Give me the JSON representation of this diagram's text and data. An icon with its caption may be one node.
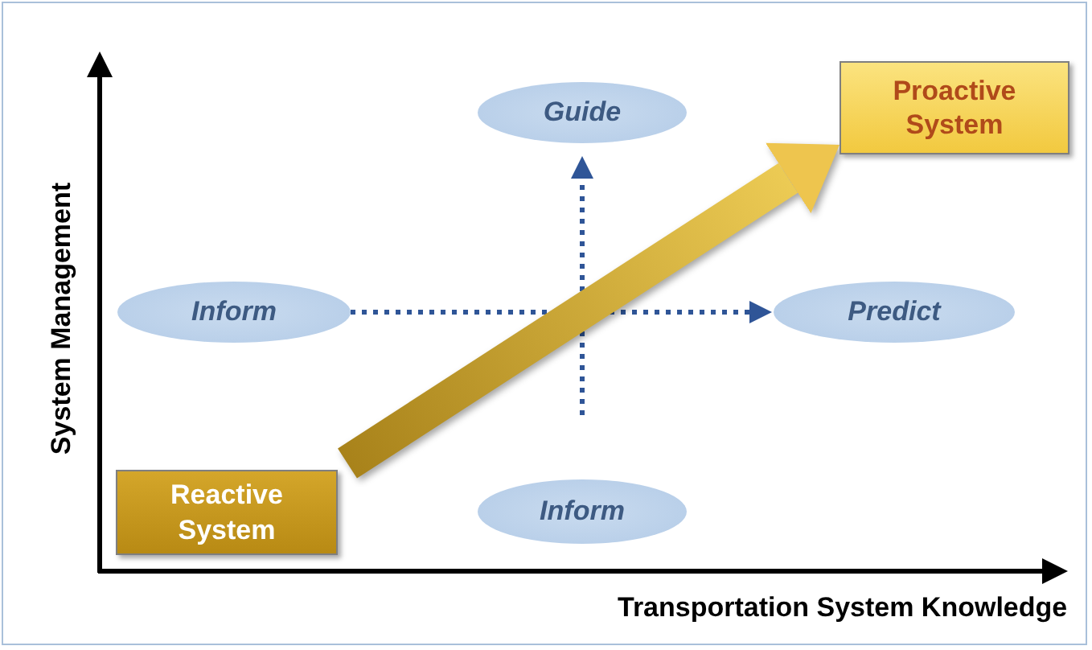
{
  "diagram": {
    "nodes": [
      {
        "text": [
          "Guide"
        ]
      },
      {
        "text": [
          "Proactive System"
        ]
      },
      {
        "text": [
          "Inform"
        ]
      },
      {
        "text": [
          "Predict"
        ]
      },
      {
        "text": [
          "Reactive System"
        ]
      },
      {
        "text": [
          "Inform"
        ]
      }
    ],
    "edges": [
      {
        "from": 5,
        "to": 0,
        "arrow": "to",
        "style": "dashed"
      },
      {
        "from": 2,
        "to": 3,
        "arrow": "to",
        "style": "dashed"
      },
      {
        "from": 4,
        "to": 1,
        "arrow": "to",
        "style": "thick",
        "color": "#eec54e"
      }
    ],
    "labels": [
      "System Management",
      "Transportation System Knowledge"
    ]
  }
}
